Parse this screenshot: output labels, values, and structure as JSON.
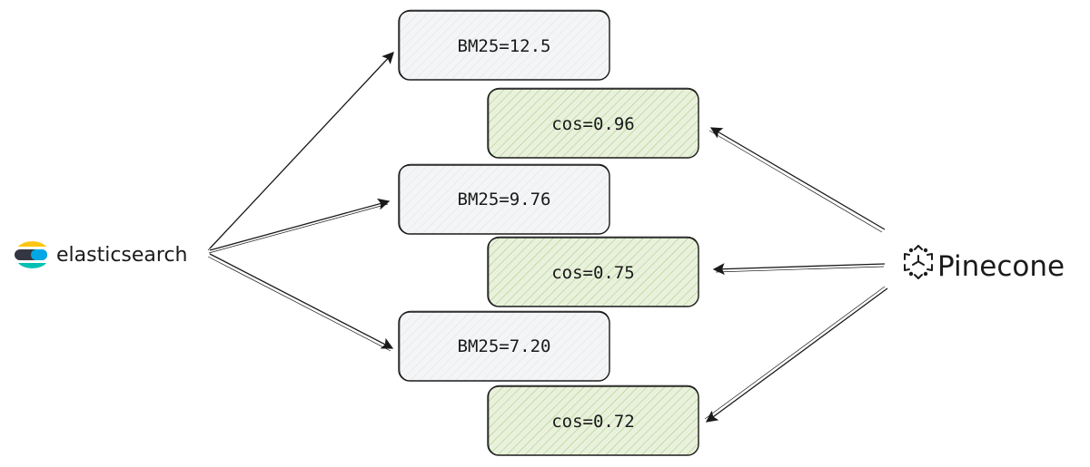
{
  "colors": {
    "bm25_fill": "#f4f5f6",
    "cos_fill": "#e9f1dc",
    "cos_hatch": "#a8cf85",
    "bm25_hatch": "#d7d9dc",
    "stroke": "#1a1a1a"
  },
  "sources": {
    "elasticsearch": {
      "label": "elasticsearch",
      "icon": "elasticsearch-logo-icon"
    },
    "pinecone": {
      "label": "Pinecone",
      "icon": "pinecone-logo-icon"
    }
  },
  "results": [
    {
      "kind": "bm25",
      "label": "BM25=12.5",
      "score": 12.5
    },
    {
      "kind": "cos",
      "label": "cos=0.96",
      "score": 0.96
    },
    {
      "kind": "bm25",
      "label": "BM25=9.76",
      "score": 9.76
    },
    {
      "kind": "cos",
      "label": "cos=0.75",
      "score": 0.75
    },
    {
      "kind": "bm25",
      "label": "BM25=7.20",
      "score": 7.2
    },
    {
      "kind": "cos",
      "label": "cos=0.72",
      "score": 0.72
    }
  ]
}
